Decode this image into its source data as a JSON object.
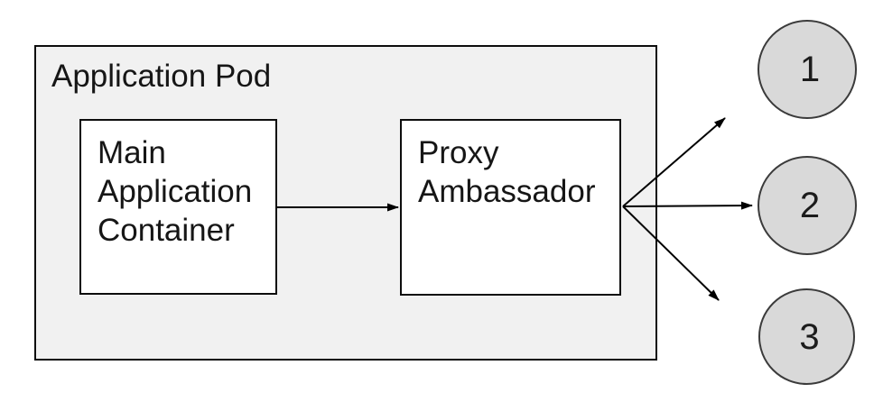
{
  "colors": {
    "pod_fill": "#f1f1f1",
    "node_fill": "#ffffff",
    "endpoint_fill": "#d9d9d9",
    "line": "#000000"
  },
  "pod": {
    "title": "Application Pod"
  },
  "nodes": {
    "main": {
      "label": "Main\nApplication\nContainer"
    },
    "proxy": {
      "label": "Proxy\nAmbassador"
    }
  },
  "endpoints": [
    {
      "label": "1"
    },
    {
      "label": "2"
    },
    {
      "label": "3"
    }
  ],
  "edges": [
    {
      "from": "main-application-container",
      "to": "proxy-ambassador"
    },
    {
      "from": "proxy-ambassador",
      "to": "endpoint-1"
    },
    {
      "from": "proxy-ambassador",
      "to": "endpoint-2"
    },
    {
      "from": "proxy-ambassador",
      "to": "endpoint-3"
    }
  ]
}
